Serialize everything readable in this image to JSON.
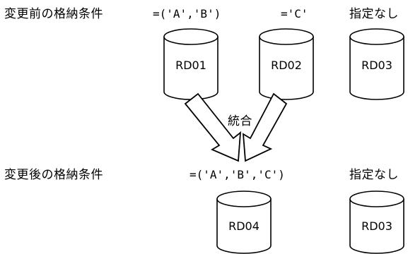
{
  "before": {
    "label": "変更前の格納条件",
    "conditions": [
      "=('A','B')",
      "='C'",
      "指定なし"
    ],
    "databases": [
      "RD01",
      "RD02",
      "RD03"
    ]
  },
  "merge": {
    "label": "統合"
  },
  "after": {
    "label": "変更後の格納条件",
    "conditions": [
      "=('A','B','C')",
      "指定なし"
    ],
    "databases": [
      "RD04",
      "RD03"
    ]
  },
  "colors": {
    "line": "#000000",
    "fill": "#ffffff"
  }
}
